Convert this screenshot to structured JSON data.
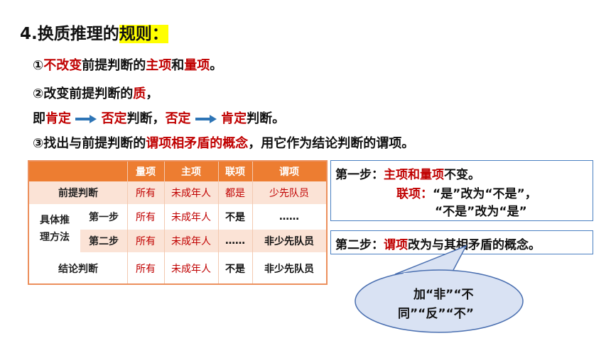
{
  "title": {
    "prefix": "4.换质推理的",
    "highlight": "规则："
  },
  "rule1": {
    "num": "①",
    "red1": "不改变",
    "t1": "前提判断的",
    "red2": "主项",
    "t2": "和",
    "red3": "量项",
    "t3": "。"
  },
  "rule2": {
    "num": "②",
    "t1": "改变前提判断的",
    "red1": "质",
    "t2": "，"
  },
  "rule2b": {
    "t1": "即",
    "red1": "肯定",
    "red2": "否定",
    "t2": "判断，",
    "red3": "否定",
    "red4": "肯定",
    "t3": "判断。"
  },
  "rule3": {
    "num": "③",
    "t1": "找出与前提判断的",
    "red1": "谓项相矛盾的概念",
    "t2": "，用它作为结论判断的谓项。"
  },
  "table": {
    "headers": [
      "量项",
      "主项",
      "联项",
      "谓项"
    ],
    "premise_label": "前提判断",
    "premise": [
      "所有",
      "未成年人",
      "都是",
      "少先队员"
    ],
    "method_label_1": "具体推",
    "method_label_2": "理方法",
    "step1_label": "第一步",
    "step1": [
      "所有",
      "未成年人",
      "不是",
      "……"
    ],
    "step2_label": "第二步",
    "step2": [
      "所有",
      "未成年人",
      "……",
      "非少先队员"
    ],
    "conclusion_label": "结论判断",
    "conclusion": [
      "所有",
      "未成年人",
      "不是",
      "非少先队员"
    ]
  },
  "box1": {
    "l1a": "第一步：",
    "l1red": "主项和量项",
    "l1b": "不变。",
    "l2red": "联项：",
    "l2b": "“是”改为“不是”，",
    "l3": "“不是”改为“是”"
  },
  "box2": {
    "a": "第二步：",
    "red": "谓项",
    "b": "改为与其相矛盾的概念。"
  },
  "bubble": {
    "l1": "加“非”“不",
    "l2": "同”“反”“不”"
  },
  "colors": {
    "accent_red": "#c00000",
    "header_orange": "#ed7d31",
    "band": "#fbe3d6",
    "box_border": "#4a7fc1",
    "bubble_fill": "#d9e2f3",
    "highlight": "#ffff00"
  }
}
